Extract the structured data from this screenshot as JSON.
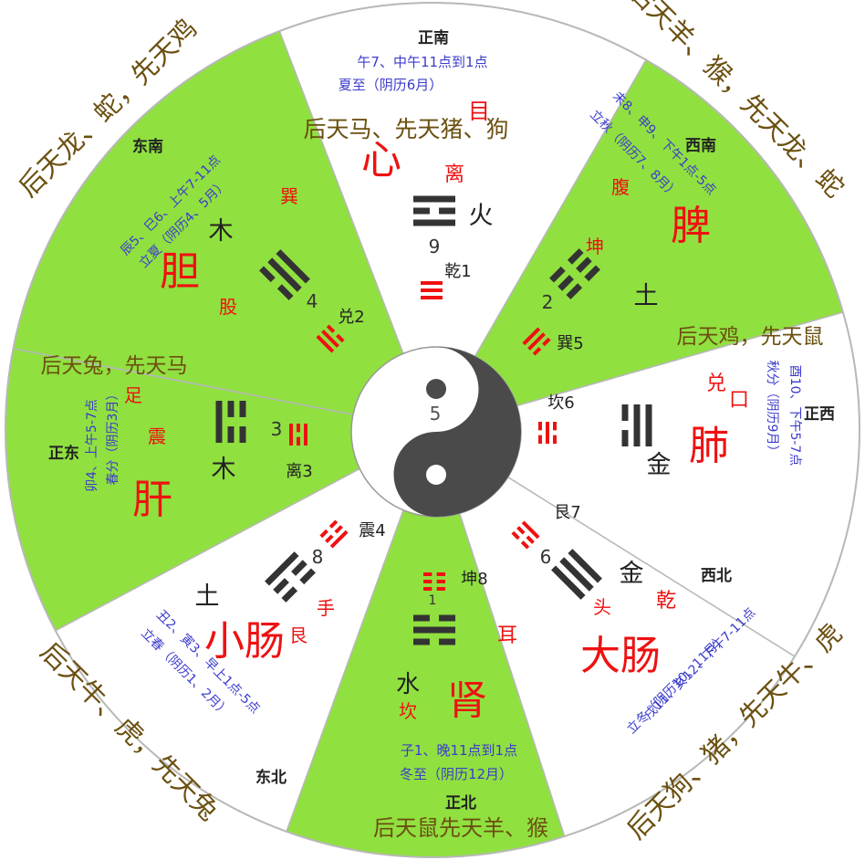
{
  "colors": {
    "green": "#90e040",
    "white": "#ffffff",
    "red": "#ee1111",
    "dark": "#333333",
    "blue": "#3b3bcc",
    "brown": "#6b5010",
    "line": "#b8b8b8"
  },
  "center": {
    "number": "5"
  },
  "outer_labels": {
    "east_south": "后天龙、蛇，先天鸡",
    "south_west": "后天羊、猴，先天龙、蛇",
    "north_west": "后天狗、猪，先天牛、虎",
    "north_east": "后天牛、虎，先天兔"
  },
  "south": {
    "direction": "正南",
    "time": "午7、中午11点到1点",
    "season": "夏至（阴历6月）",
    "zodiac": "后天马、先天猪、狗",
    "organ": "心",
    "sense": "目",
    "trigram_name": "离",
    "element": "火",
    "number": "9",
    "innate": "乾1"
  },
  "southwest": {
    "direction": "西南",
    "time": "未8、申9、下午1点-5点",
    "season": "立秋（阴历7、8月）",
    "organ": "脾",
    "body": "腹",
    "trigram_name": "坤",
    "element": "土",
    "number": "2",
    "innate": "巽5"
  },
  "west": {
    "direction": "正西",
    "zodiac": "后天鸡，先天鼠",
    "time": "酉10、下午5-7点",
    "season": "秋分（阴历9月）",
    "organ": "肺",
    "sense": "口",
    "trigram_name": "兑",
    "element": "金",
    "innate": "坎6"
  },
  "northwest": {
    "direction": "西北",
    "time": "戌11、亥12、下午7-11点",
    "season": "立冬（阴历10、11月）",
    "organ": "大肠",
    "body": "头",
    "trigram_name": "乾",
    "element": "金",
    "number": "6",
    "innate": "艮7"
  },
  "north": {
    "direction": "正北",
    "time": "子1、晚11点到1点",
    "season": "冬至（阴历12月）",
    "zodiac": "后天鼠先天羊、猴",
    "organ": "肾",
    "sense": "耳",
    "trigram_name": "坎",
    "element": "水",
    "number": "1",
    "innate": "坤8"
  },
  "northeast": {
    "direction": "东北",
    "time": "丑2、寅3、早上1点-5点",
    "season": "立春（阴历1、2月）",
    "organ": "小肠",
    "body": "手",
    "trigram_name": "艮",
    "element": "土",
    "number": "8",
    "innate": "震4"
  },
  "east": {
    "direction": "正东",
    "zodiac": "后天兔，先天马",
    "time": "卯4、上午5-7点",
    "season": "春分（阴历3月）",
    "organ": "肝",
    "body": "足",
    "trigram_name": "震",
    "element": "木",
    "number": "3",
    "innate": "离3"
  },
  "southeast": {
    "direction": "东南",
    "time": "辰5、巳6、上午7-11点",
    "season": "立夏（阴历4、5月）",
    "organ": "胆",
    "body": "股",
    "trigram_name": "巽",
    "element": "木",
    "number": "4",
    "innate": "兑2"
  }
}
